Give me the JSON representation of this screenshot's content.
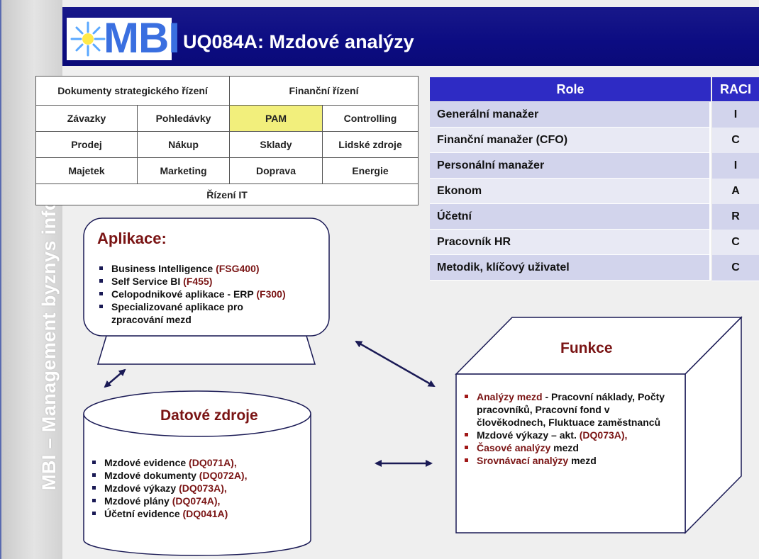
{
  "sidebar_text": "MBI – Management byznys informatiky",
  "logo_text": "MBI",
  "title": "UQ084A: Mzdové analýzy",
  "grid": {
    "row1": [
      "Dokumenty strategického řízení",
      "Finanční řízení"
    ],
    "row2": [
      "Závazky",
      "Pohledávky",
      "PAM",
      "Controlling"
    ],
    "row3": [
      "Prodej",
      "Nákup",
      "Sklady",
      "Lidské zdroje"
    ],
    "row4": [
      "Majetek",
      "Marketing",
      "Doprava",
      "Energie"
    ],
    "row5": [
      "Řízení IT"
    ],
    "highlighted": "PAM",
    "highlight_color": "#f2ef7c"
  },
  "raci": {
    "header": [
      "Role",
      "RACI"
    ],
    "rows": [
      {
        "role": "Generální manažer",
        "value": "I"
      },
      {
        "role": "Finanční manažer (CFO)",
        "value": "C"
      },
      {
        "role": "Personální manažer",
        "value": "I"
      },
      {
        "role": "Ekonom",
        "value": "A"
      },
      {
        "role": "Účetní",
        "value": "R"
      },
      {
        "role": "Pracovník HR",
        "value": "C"
      },
      {
        "role": "Metodik, klíčový uživatel",
        "value": "C"
      }
    ],
    "header_color": "#2e2bc4"
  },
  "aplikace": {
    "title": "Aplikace:",
    "items": [
      {
        "text": "Business Intelligence ",
        "ref": "(FSG400)"
      },
      {
        "text": "Self Service BI ",
        "ref": "(F455)"
      },
      {
        "text": "Celopodnikové aplikace - ERP ",
        "ref": "(F300)"
      },
      {
        "text": "Specializované aplikace pro zpracování mezd",
        "ref": ""
      }
    ]
  },
  "datove_zdroje": {
    "title": "Datové zdroje",
    "items": [
      {
        "text": "Mzdové evidence ",
        "ref": "(DQ071A),"
      },
      {
        "text": "Mzdové dokumenty ",
        "ref": "(DQ072A),"
      },
      {
        "text": "Mzdové výkazy ",
        "ref": "(DQ073A),"
      },
      {
        "text": "Mzdové plány ",
        "ref": "(DQ074A),"
      },
      {
        "text": "Účetní evidence ",
        "ref": "(DQ041A)"
      }
    ]
  },
  "funkce": {
    "title": "Funkce",
    "items": [
      {
        "lead": "Analýzy  mezd",
        "text": " - Pracovní náklady, Počty pracovníků, Pracovní fond v člověkodnech, Fluktuace zaměstnanců",
        "ref": ""
      },
      {
        "lead": "",
        "text": "Mzdové výkazy – akt. ",
        "ref": "(DQ073A),"
      },
      {
        "lead": "Časové analýzy",
        "text": " mezd",
        "ref": ""
      },
      {
        "lead": "Srovnávací analýzy",
        "text": " mezd",
        "ref": ""
      }
    ]
  },
  "colors": {
    "header_bg": "#0c0c82",
    "accent_dark_red": "#7a1414",
    "logo_blue": "#3a6fe0"
  }
}
